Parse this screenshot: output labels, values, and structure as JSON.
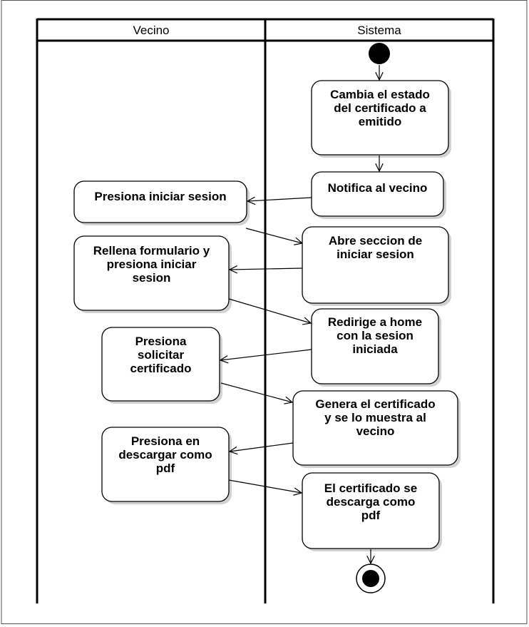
{
  "lanes": {
    "left": "Vecino",
    "right": "Sistema"
  },
  "nodes": {
    "cambia_estado": [
      "Cambia el estado",
      "del certificado a",
      "emitido"
    ],
    "notifica": [
      "Notifica al vecino"
    ],
    "presiona_iniciar": [
      "Presiona iniciar sesion"
    ],
    "abre_seccion": [
      "Abre seccion de",
      "iniciar sesion"
    ],
    "rellena_formulario": [
      "Rellena formulario y",
      "presiona iniciar",
      "sesion"
    ],
    "redirige_home": [
      "Redirige a home",
      "con la sesion",
      "iniciada"
    ],
    "presiona_solicitar": [
      "Presiona",
      "solicitar",
      "certificado"
    ],
    "genera_certificado": [
      "Genera el certificado",
      "y se lo muestra al",
      "vecino"
    ],
    "presiona_descargar": [
      "Presiona en",
      "descargar como",
      "pdf"
    ],
    "certificado_descarga": [
      "El certificado se",
      "descarga como",
      "pdf"
    ]
  },
  "edges": [
    {
      "from": "start",
      "to": "cambia_estado"
    },
    {
      "from": "cambia_estado",
      "to": "notifica"
    },
    {
      "from": "notifica",
      "to": "presiona_iniciar"
    },
    {
      "from": "presiona_iniciar",
      "to": "abre_seccion"
    },
    {
      "from": "abre_seccion",
      "to": "rellena_formulario"
    },
    {
      "from": "rellena_formulario",
      "to": "redirige_home"
    },
    {
      "from": "redirige_home",
      "to": "presiona_solicitar"
    },
    {
      "from": "presiona_solicitar",
      "to": "genera_certificado"
    },
    {
      "from": "genera_certificado",
      "to": "presiona_descargar"
    },
    {
      "from": "presiona_descargar",
      "to": "certificado_descarga"
    },
    {
      "from": "certificado_descarga",
      "to": "end"
    }
  ]
}
